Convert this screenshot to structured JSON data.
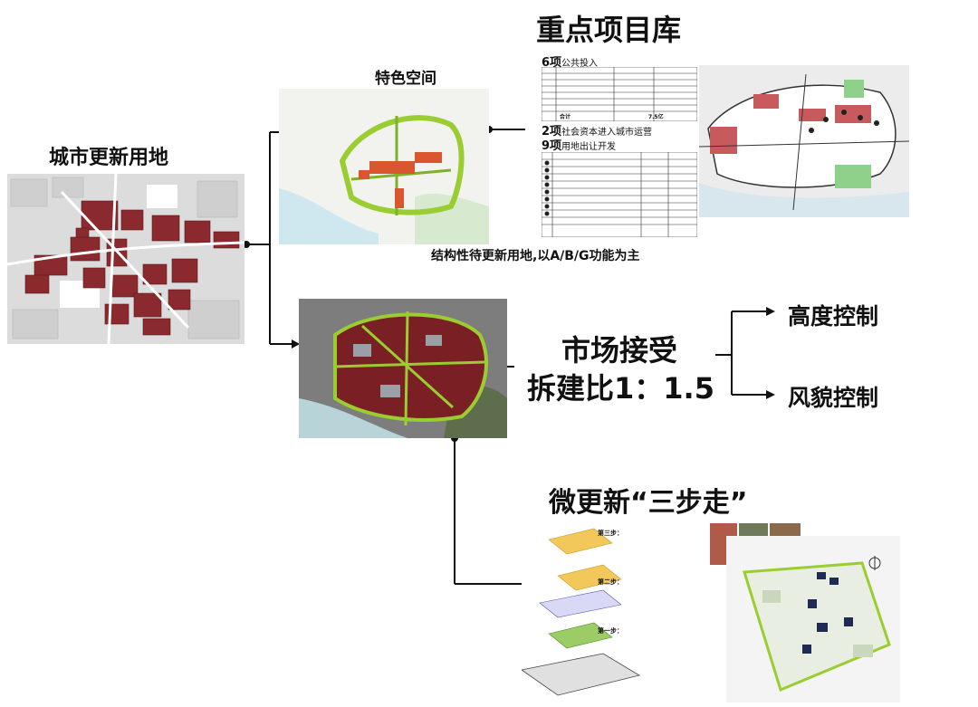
{
  "labels": {
    "urban_renewal_land": "城市更新用地",
    "feature_space": "特色空间",
    "key_project_library": "重点项目库",
    "structural_note": "结构性待更新用地,以A/B/G功能为主",
    "market_line1": "市场接受",
    "market_line2": "拆建比1：1.5",
    "height_control": "高度控制",
    "style_control": "风貌控制",
    "micro_renewal": "微更新“三步走”"
  },
  "project_table": {
    "heading1_num": "6项",
    "heading1_text": "公共投入",
    "heading2_num": "2项",
    "heading2_text": "社会资本进入城市运营",
    "heading3_num": "9项",
    "heading3_text": "用地出让开发",
    "total_label": "合计",
    "total_value": "7.5亿"
  },
  "steps": {
    "step3": "第三步：",
    "step2": "第二步：",
    "step1": "第一步："
  },
  "colors": {
    "plot_red": "#8b2a2e",
    "road_green": "#9acd32",
    "water": "#cfe8f0",
    "line": "#111111"
  }
}
